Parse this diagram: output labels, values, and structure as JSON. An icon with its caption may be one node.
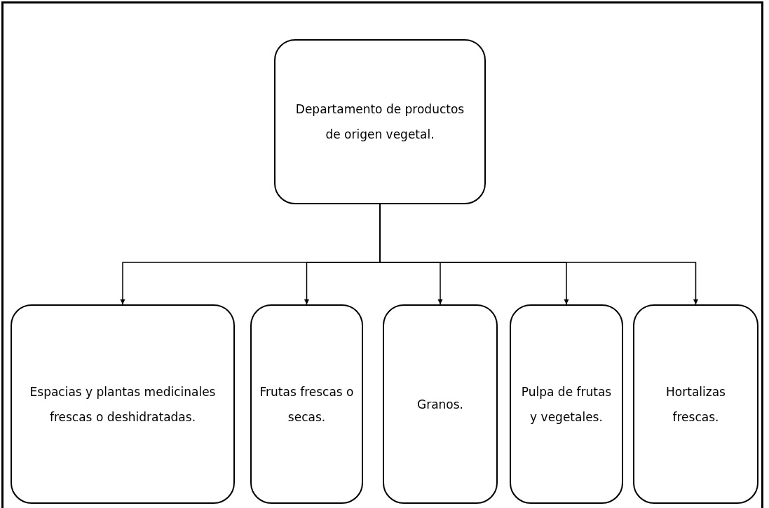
{
  "diagram": {
    "nodes": [
      {
        "text": [
          "Departamento de productos de origen vegetal."
        ]
      },
      {
        "text": [
          "Espacias y plantas medicinales frescas o deshidratadas."
        ]
      },
      {
        "text": [
          "Frutas frescas o secas."
        ]
      },
      {
        "text": [
          "Granos."
        ]
      },
      {
        "text": [
          "Pulpa de frutas y vegetales."
        ]
      },
      {
        "text": [
          "Hortalizas frescas."
        ]
      }
    ],
    "edges": [
      {
        "from": 0,
        "to": 1,
        "arrow": "to"
      },
      {
        "from": 0,
        "to": 2,
        "arrow": "to"
      },
      {
        "from": 0,
        "to": 3,
        "arrow": "to"
      },
      {
        "from": 0,
        "to": 4,
        "arrow": "to"
      },
      {
        "from": 0,
        "to": 5,
        "arrow": "to"
      }
    ]
  }
}
